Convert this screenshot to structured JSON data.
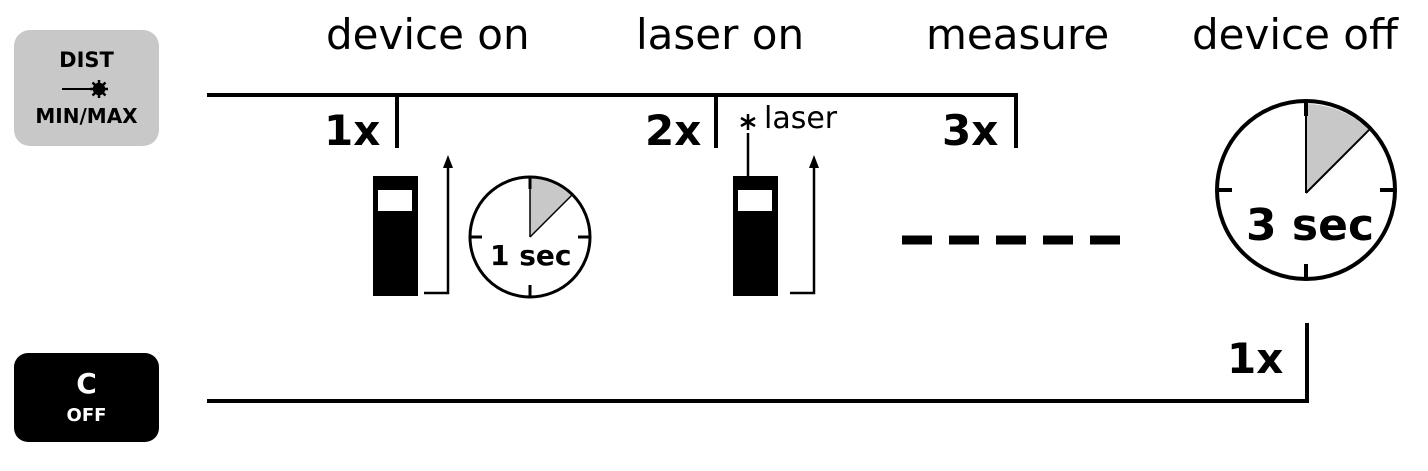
{
  "buttons": {
    "dist": {
      "line1": "DIST",
      "line2": "MIN/MAX",
      "icon": "laser-star-icon",
      "color": "#c8c8c8"
    },
    "c": {
      "line1": "C",
      "line2": "OFF",
      "color": "#000000"
    }
  },
  "steps": {
    "device_on": "device on",
    "laser_on": "laser on",
    "measure": "measure",
    "device_off": "device off"
  },
  "presses": {
    "one": "1x",
    "two": "2x",
    "three": "3x",
    "off": "1x"
  },
  "laser_marker": {
    "label": "laser",
    "icon": "asterisk-icon"
  },
  "timers": {
    "short": "1 sec",
    "long": "3 sec",
    "wedge_color": "#c8c8c8"
  }
}
